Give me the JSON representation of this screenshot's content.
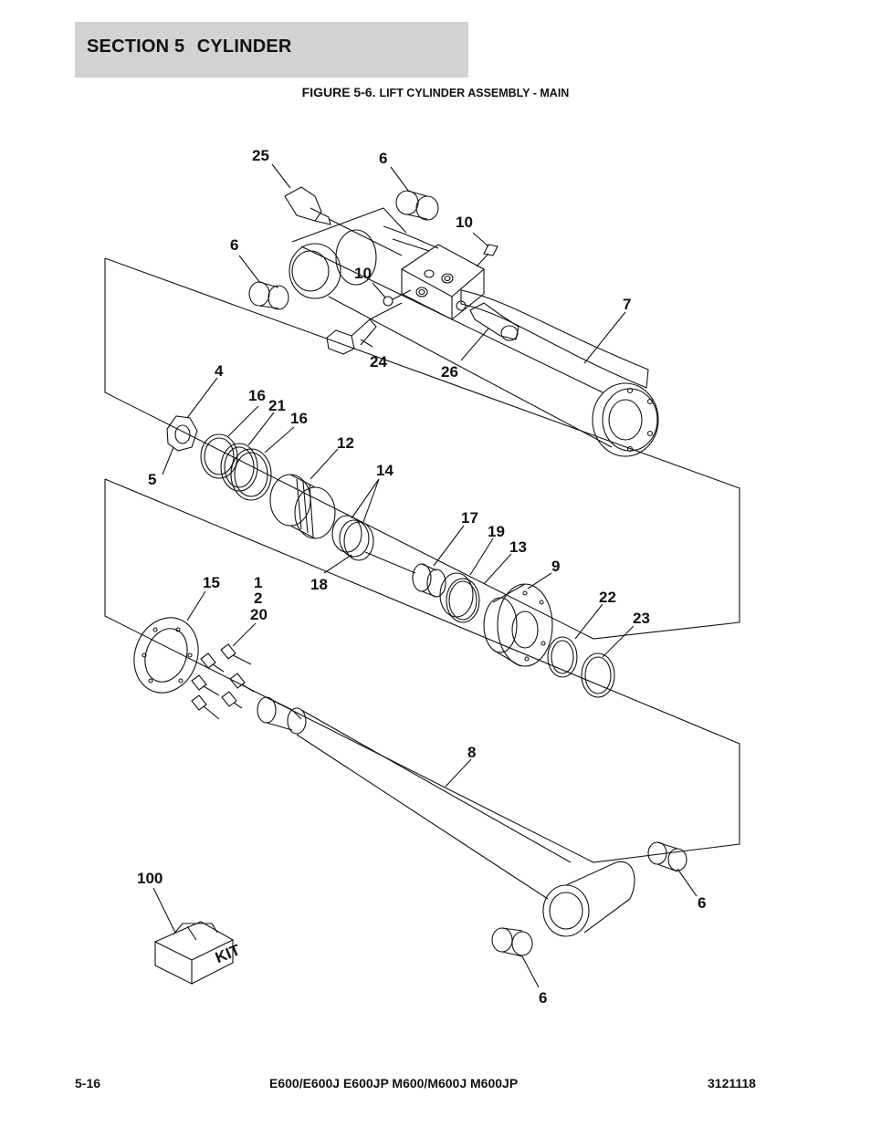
{
  "header": {
    "section": "SECTION 5",
    "title": "CYLINDER"
  },
  "figure": {
    "number": "FIGURE 5-6.",
    "title": "LIFT CYLINDER ASSEMBLY - MAIN"
  },
  "callouts": [
    {
      "id": "c25",
      "text": "25"
    },
    {
      "id": "c6a",
      "text": "6"
    },
    {
      "id": "c10a",
      "text": "10"
    },
    {
      "id": "c6b",
      "text": "6"
    },
    {
      "id": "c10b",
      "text": "10"
    },
    {
      "id": "c7",
      "text": "7"
    },
    {
      "id": "c24",
      "text": "24"
    },
    {
      "id": "c26",
      "text": "26"
    },
    {
      "id": "c4",
      "text": "4"
    },
    {
      "id": "c16a",
      "text": "16"
    },
    {
      "id": "c21",
      "text": "21"
    },
    {
      "id": "c16b",
      "text": "16"
    },
    {
      "id": "c12",
      "text": "12"
    },
    {
      "id": "c5",
      "text": "5"
    },
    {
      "id": "c14",
      "text": "14"
    },
    {
      "id": "c17",
      "text": "17"
    },
    {
      "id": "c19",
      "text": "19"
    },
    {
      "id": "c13",
      "text": "13"
    },
    {
      "id": "c9",
      "text": "9"
    },
    {
      "id": "c15",
      "text": "15"
    },
    {
      "id": "c1",
      "text": "1"
    },
    {
      "id": "c2",
      "text": "2"
    },
    {
      "id": "c20",
      "text": "20"
    },
    {
      "id": "c18",
      "text": "18"
    },
    {
      "id": "c22",
      "text": "22"
    },
    {
      "id": "c23",
      "text": "23"
    },
    {
      "id": "c8",
      "text": "8"
    },
    {
      "id": "c100",
      "text": "100"
    },
    {
      "id": "c6c",
      "text": "6"
    },
    {
      "id": "c6d",
      "text": "6"
    }
  ],
  "kit_label": "KIT",
  "footer": {
    "page": "5-16",
    "models": "E600/E600J E600JP M600/M600J M600JP",
    "doc_number": "3121118"
  }
}
